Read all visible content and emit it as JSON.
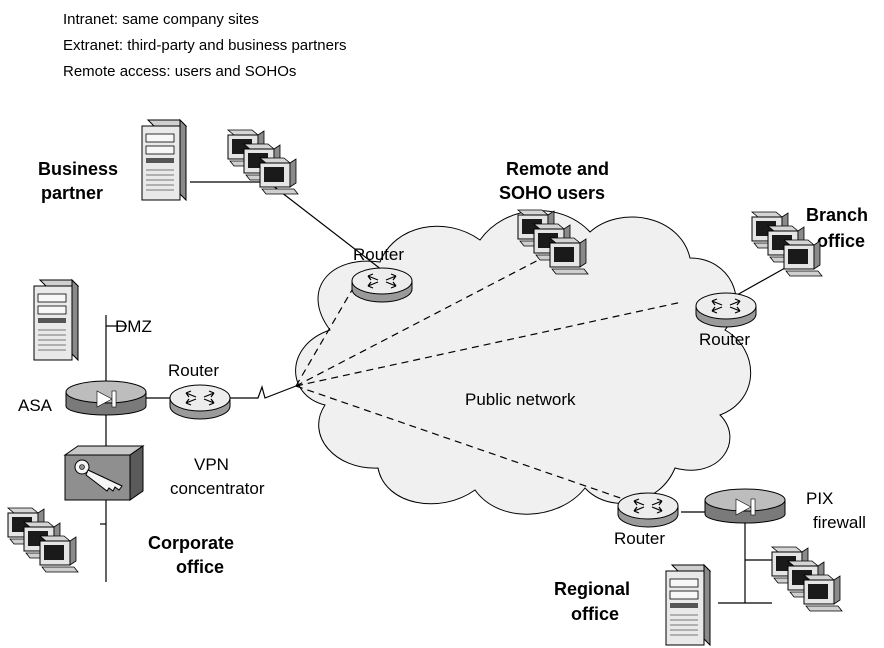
{
  "legend": [
    "Intranet: same company sites",
    "Extranet: third-party and business partners",
    "Remote access: users and SOHOs"
  ],
  "labels": {
    "business_partner": [
      "Business",
      "partner"
    ],
    "remote_soho": [
      "Remote and",
      "SOHO users"
    ],
    "branch_office": [
      "Branch",
      "office"
    ],
    "router_top": "Router",
    "router_branch": "Router",
    "router_corp": "Router",
    "router_regional": "Router",
    "dmz": "DMZ",
    "asa": "ASA",
    "public_network": "Public network",
    "vpn_concentrator": [
      "VPN",
      "concentrator"
    ],
    "corporate_office": [
      "Corporate",
      "office"
    ],
    "pix_firewall": [
      "PIX",
      "firewall"
    ],
    "regional_office": [
      "Regional",
      "office"
    ]
  }
}
